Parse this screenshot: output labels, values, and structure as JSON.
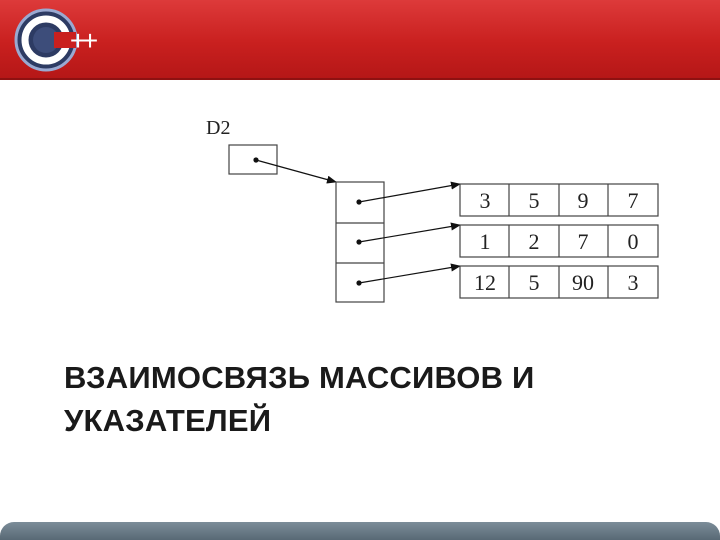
{
  "logo": {
    "text": "C++"
  },
  "diagram": {
    "pointer_name": "D2",
    "rows": [
      [
        "3",
        "5",
        "9",
        "7"
      ],
      [
        "1",
        "2",
        "7",
        "0"
      ],
      [
        "12",
        "5",
        "90",
        "3"
      ]
    ]
  },
  "title": {
    "line1": "ВЗАИМОСВЯЗЬ МАССИВОВ И",
    "line2": "УКАЗАТЕЛЕЙ"
  },
  "colors": {
    "header": "#c9201f",
    "footer": "#6b7b86"
  }
}
